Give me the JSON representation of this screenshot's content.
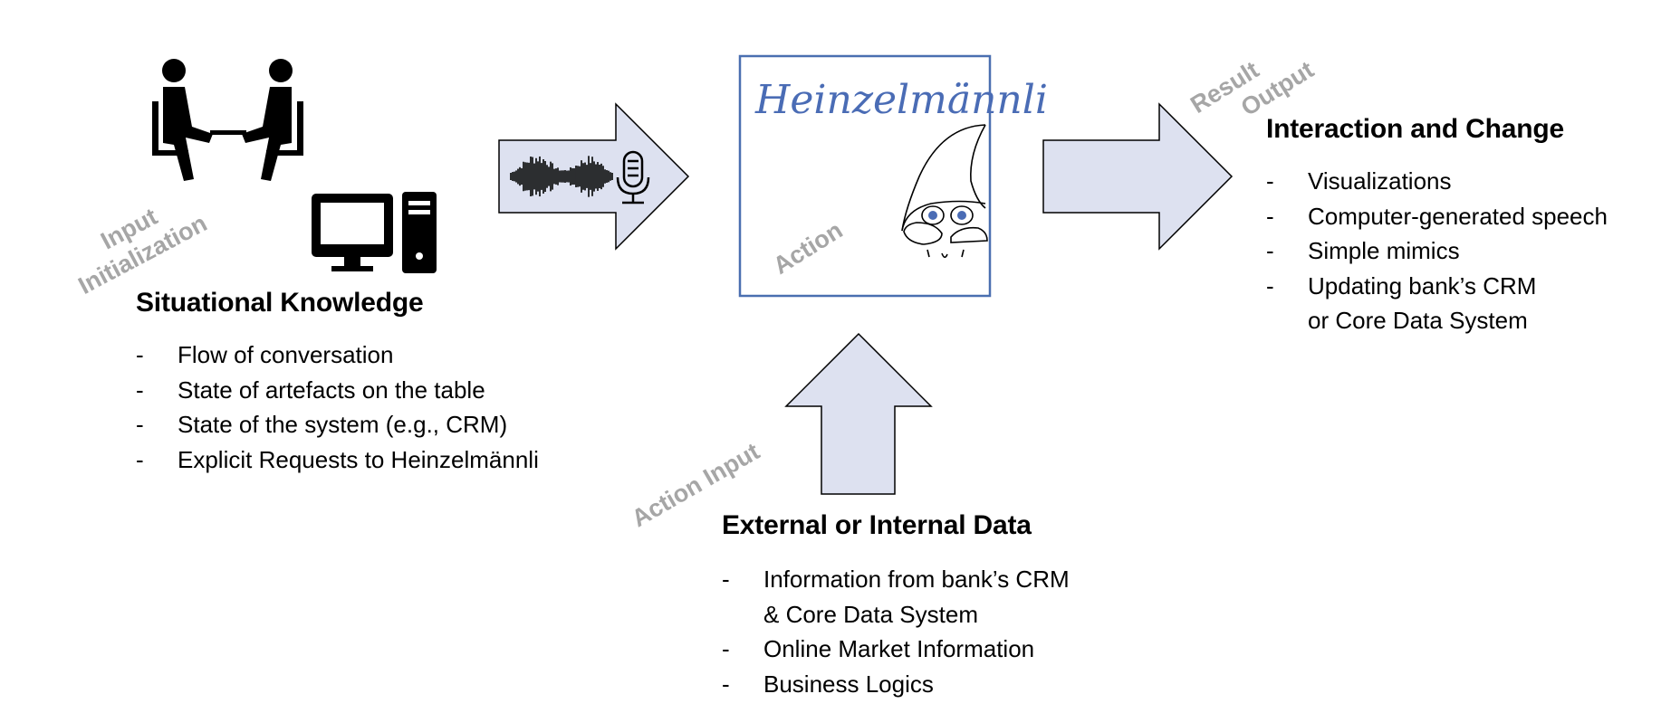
{
  "situational": {
    "title": "Situational Knowledge",
    "items": [
      "Flow of conversation",
      "State of artefacts on the table",
      "State of the system (e.g., CRM)",
      "Explicit Requests to Heinzelmännli"
    ]
  },
  "external": {
    "title": "External or Internal Data",
    "items": [
      "Information from bank’s CRM",
      "& Core Data System",
      "Online Market Information",
      "Business Logics"
    ]
  },
  "interaction": {
    "title": "Interaction and Change",
    "items": [
      "Visualizations",
      "Computer-generated speech",
      "Simple mimics",
      "Updating bank’s CRM",
      "or Core Data System"
    ]
  },
  "stages": {
    "input_line1": "Input",
    "input_line2": "Initialization",
    "action": "Action",
    "action_input": "Action Input",
    "result_line1": "Result",
    "result_line2": "Output"
  },
  "center_box": {
    "brand": "Heinzelmännli"
  },
  "icons": [
    "meeting-people-icon",
    "desktop-computer-icon",
    "sound-wave-icon",
    "microphone-icon",
    "gnome-mascot-icon"
  ],
  "colors": {
    "arrow_fill": "#dde1f0",
    "box_border": "#4a6fb0",
    "stage_text": "#a6a6a6",
    "brand_text": "#4a6cb5"
  }
}
